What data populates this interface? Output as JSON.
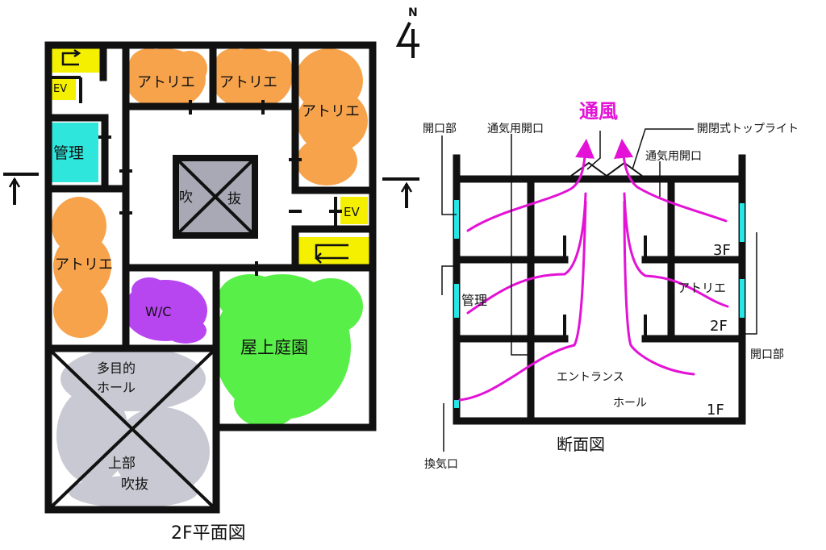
{
  "north": {
    "label": "N"
  },
  "floor_plan": {
    "title": "2F平面図",
    "rooms": {
      "atelier_1": "アトリエ",
      "atelier_2": "アトリエ",
      "atelier_3": "アトリエ",
      "atelier_4": "アトリエ",
      "management": "管理",
      "ev_nw": "EV",
      "ev_east": "EV",
      "void_1": "吹",
      "void_2": "抜",
      "wc": "W/C",
      "roof_garden": "屋上庭園",
      "multipurpose_1": "多目的",
      "multipurpose_2": "ホール",
      "upper_void_1": "上部",
      "upper_void_2": "吹抜"
    }
  },
  "section": {
    "title": "断面図",
    "ventilation": "通風",
    "labels": {
      "opening_left": "開口部",
      "vent_opening_left": "通気用開口",
      "toplight": "開閉式トップライト",
      "vent_opening_right": "通気用開口",
      "management": "管理",
      "atelier": "アトリエ",
      "f3": "3F",
      "f2": "2F",
      "f1": "1F",
      "entrance_1": "エントランス",
      "entrance_2": "ホール",
      "opening_right": "開口部",
      "vent_inlet": "換気口"
    }
  },
  "colors": {
    "atelier": "#f7a34c",
    "management": "#2ee6dc",
    "circulation": "#f4f000",
    "wc": "#b746f0",
    "roof_garden": "#58ef48",
    "hall": "#c9c9d3",
    "airflow": "#e312d6",
    "opening": "#26e6e6"
  }
}
